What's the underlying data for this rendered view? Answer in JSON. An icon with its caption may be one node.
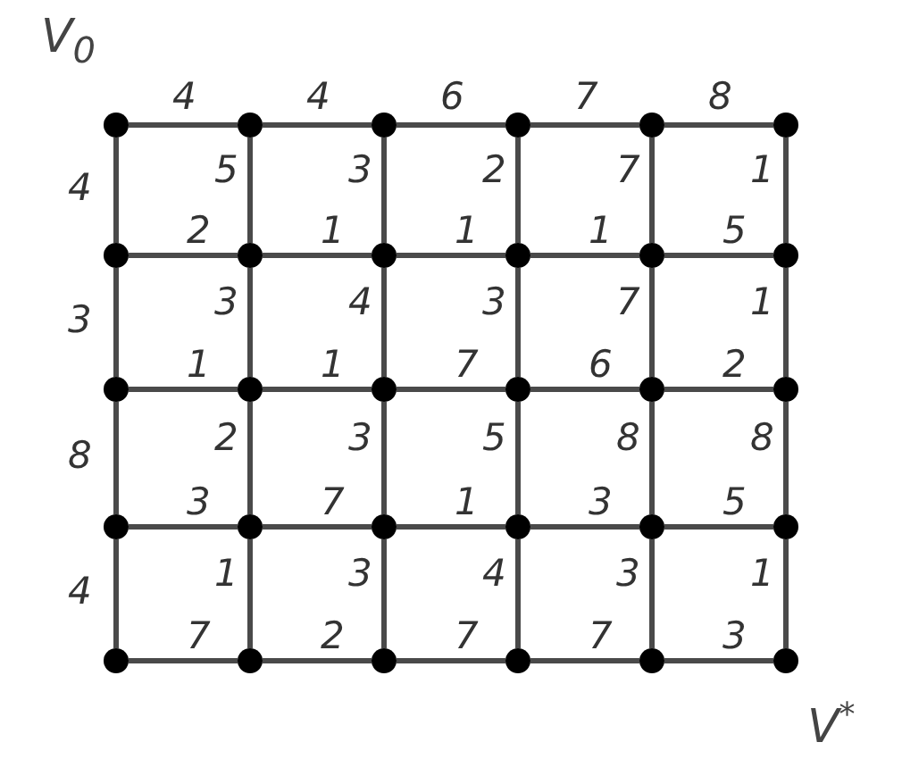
{
  "diagram": {
    "nodes": [
      {
        "text": [],
        "shape": "circle",
        "beside": [
          "V$_{0}$"
        ]
      },
      {
        "text": [],
        "shape": "circle"
      },
      {
        "text": [],
        "shape": "circle"
      },
      {
        "text": [],
        "shape": "circle"
      },
      {
        "text": [],
        "shape": "circle"
      },
      {
        "text": [],
        "shape": "circle"
      },
      {
        "text": [],
        "shape": "circle"
      },
      {
        "text": [],
        "shape": "circle"
      },
      {
        "text": [],
        "shape": "circle"
      },
      {
        "text": [],
        "shape": "circle"
      },
      {
        "text": [],
        "shape": "circle"
      },
      {
        "text": [],
        "shape": "circle"
      },
      {
        "text": [],
        "shape": "circle"
      },
      {
        "text": [],
        "shape": "circle"
      },
      {
        "text": [],
        "shape": "circle"
      },
      {
        "text": [],
        "shape": "circle"
      },
      {
        "text": [],
        "shape": "circle"
      },
      {
        "text": [],
        "shape": "circle"
      },
      {
        "text": [],
        "shape": "circle"
      },
      {
        "text": [],
        "shape": "circle"
      },
      {
        "text": [],
        "shape": "circle"
      },
      {
        "text": [],
        "shape": "circle"
      },
      {
        "text": [],
        "shape": "circle"
      },
      {
        "text": [],
        "shape": "circle"
      },
      {
        "text": [],
        "shape": "circle"
      },
      {
        "text": [],
        "shape": "circle"
      },
      {
        "text": [],
        "shape": "circle"
      },
      {
        "text": [],
        "shape": "circle"
      },
      {
        "text": [],
        "shape": "circle"
      },
      {
        "text": [],
        "shape": "circle",
        "beside": [
          "V$^{*}$"
        ]
      }
    ],
    "edges": [
      {
        "from": 0,
        "to": 1,
        "arrow": "none",
        "label": "4"
      },
      {
        "from": 1,
        "to": 2,
        "arrow": "none",
        "label": "4"
      },
      {
        "from": 2,
        "to": 3,
        "arrow": "none",
        "label": "6"
      },
      {
        "from": 3,
        "to": 4,
        "arrow": "none",
        "label": "7"
      },
      {
        "from": 4,
        "to": 5,
        "arrow": "none",
        "label": "8"
      },
      {
        "from": 0,
        "to": 6,
        "arrow": "none",
        "label": "4"
      },
      {
        "from": 1,
        "to": 7,
        "arrow": "none",
        "label": "5"
      },
      {
        "from": 2,
        "to": 8,
        "arrow": "none",
        "label": "3"
      },
      {
        "from": 3,
        "to": 9,
        "arrow": "none",
        "label": "2"
      },
      {
        "from": 4,
        "to": 10,
        "arrow": "none",
        "label": "7"
      },
      {
        "from": 5,
        "to": 11,
        "arrow": "none",
        "label": "1"
      },
      {
        "from": 6,
        "to": 7,
        "arrow": "none",
        "label": "2"
      },
      {
        "from": 7,
        "to": 8,
        "arrow": "none",
        "label": "1"
      },
      {
        "from": 8,
        "to": 9,
        "arrow": "none",
        "label": "1"
      },
      {
        "from": 9,
        "to": 10,
        "arrow": "none",
        "label": "1"
      },
      {
        "from": 10,
        "to": 11,
        "arrow": "none",
        "label": "5"
      },
      {
        "from": 6,
        "to": 12,
        "arrow": "none",
        "label": "3"
      },
      {
        "from": 7,
        "to": 13,
        "arrow": "none",
        "label": "3"
      },
      {
        "from": 8,
        "to": 14,
        "arrow": "none",
        "label": "4"
      },
      {
        "from": 9,
        "to": 15,
        "arrow": "none",
        "label": "3"
      },
      {
        "from": 10,
        "to": 16,
        "arrow": "none",
        "label": "7"
      },
      {
        "from": 11,
        "to": 17,
        "arrow": "none",
        "label": "1"
      },
      {
        "from": 12,
        "to": 13,
        "arrow": "none",
        "label": "1"
      },
      {
        "from": 13,
        "to": 14,
        "arrow": "none",
        "label": "1"
      },
      {
        "from": 14,
        "to": 15,
        "arrow": "none",
        "label": "7"
      },
      {
        "from": 15,
        "to": 16,
        "arrow": "none",
        "label": "6"
      },
      {
        "from": 16,
        "to": 17,
        "arrow": "none",
        "label": "2"
      },
      {
        "from": 12,
        "to": 18,
        "arrow": "none",
        "label": "8"
      },
      {
        "from": 13,
        "to": 19,
        "arrow": "none",
        "label": "2"
      },
      {
        "from": 14,
        "to": 20,
        "arrow": "none",
        "label": "3"
      },
      {
        "from": 15,
        "to": 21,
        "arrow": "none",
        "label": "5"
      },
      {
        "from": 16,
        "to": 22,
        "arrow": "none",
        "label": "8"
      },
      {
        "from": 17,
        "to": 23,
        "arrow": "none",
        "label": "8"
      },
      {
        "from": 18,
        "to": 19,
        "arrow": "none",
        "label": "3"
      },
      {
        "from": 19,
        "to": 20,
        "arrow": "none",
        "label": "7"
      },
      {
        "from": 20,
        "to": 21,
        "arrow": "none",
        "label": "1"
      },
      {
        "from": 21,
        "to": 22,
        "arrow": "none",
        "label": "3"
      },
      {
        "from": 22,
        "to": 23,
        "arrow": "none",
        "label": "5"
      },
      {
        "from": 18,
        "to": 24,
        "arrow": "none",
        "label": "4"
      },
      {
        "from": 19,
        "to": 25,
        "arrow": "none",
        "label": "1"
      },
      {
        "from": 20,
        "to": 26,
        "arrow": "none",
        "label": "3"
      },
      {
        "from": 21,
        "to": 27,
        "arrow": "none",
        "label": "4"
      },
      {
        "from": 22,
        "to": 28,
        "arrow": "none",
        "label": "3"
      },
      {
        "from": 23,
        "to": 29,
        "arrow": "none",
        "label": "1"
      },
      {
        "from": 24,
        "to": 25,
        "arrow": "none",
        "label": "7"
      },
      {
        "from": 25,
        "to": 26,
        "arrow": "none",
        "label": "2"
      },
      {
        "from": 26,
        "to": 27,
        "arrow": "none",
        "label": "7"
      },
      {
        "from": 27,
        "to": 28,
        "arrow": "none",
        "label": "7"
      },
      {
        "from": 28,
        "to": 29,
        "arrow": "none",
        "label": "3"
      }
    ]
  }
}
